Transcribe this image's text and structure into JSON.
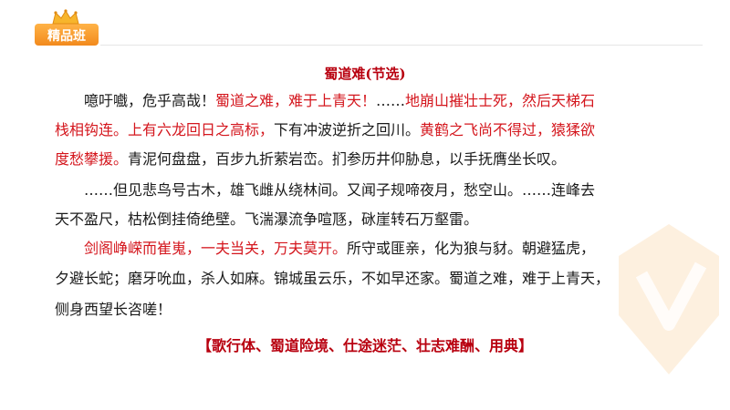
{
  "badge": {
    "label": "精品班"
  },
  "title": "蜀道难(节选)",
  "lines": [
    [
      {
        "t": "　　噫吁嚱，危乎高哉！",
        "c": ""
      },
      {
        "t": "蜀道之难，难于上青天！",
        "c": "r"
      },
      {
        "t": "……",
        "c": ""
      },
      {
        "t": "地崩山摧壮士死，然后天梯石",
        "c": "r"
      }
    ],
    [
      {
        "t": "栈相钩连。",
        "c": "r"
      },
      {
        "t": "上有六龙回日之高标，",
        "c": "r"
      },
      {
        "t": "下有冲波逆折之回川。",
        "c": ""
      },
      {
        "t": "黄鹤之飞尚不得过，猿猱欲",
        "c": "r"
      }
    ],
    [
      {
        "t": "度愁攀援。",
        "c": "r"
      },
      {
        "t": "青泥何盘盘，百步九折萦岩峦。扪参历井仰胁息，以手抚膺坐长叹。",
        "c": ""
      }
    ],
    [
      {
        "t": "　　……但见悲鸟号古木，雄飞雌从绕林间。又闻子规啼夜月，愁空山。……连峰去",
        "c": ""
      }
    ],
    [
      {
        "t": "天不盈尺，枯松倒挂倚绝壁。飞湍瀑流争喧豗，砯崖转石万壑雷。",
        "c": ""
      }
    ],
    [
      {
        "t": "　　",
        "c": ""
      },
      {
        "t": "剑阁峥嵘而崔嵬，一夫当关，万夫莫开。",
        "c": "r"
      },
      {
        "t": "所守或匪亲，化为狼与豺。朝避猛虎，",
        "c": ""
      }
    ],
    [
      {
        "t": "夕避长蛇；磨牙吮血，杀人如麻。锦城虽云乐，不如早还家。蜀道之难，难于上青天，",
        "c": ""
      }
    ],
    [
      {
        "t": "侧身西望长咨嗟！",
        "c": ""
      }
    ]
  ],
  "summary": "【歌行体、蜀道险境、仕途迷茫、壮志难酬、用典】",
  "colors": {
    "accent_red": "#d4161d",
    "title_red": "#b8000f",
    "badge_orange": "#f28a1d"
  }
}
